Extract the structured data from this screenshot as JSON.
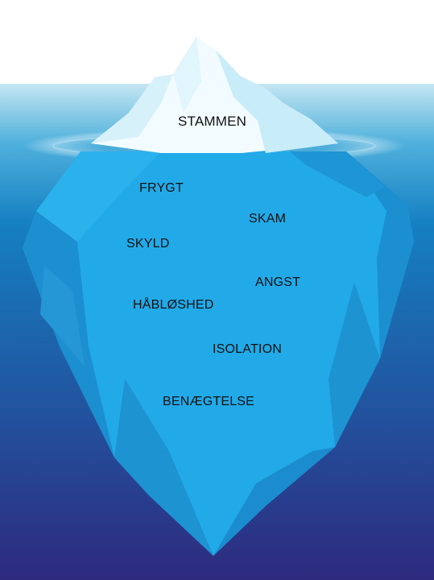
{
  "colors": {
    "sky": "#ffffff",
    "water_surface": "#c5e6f2",
    "water_mid": "#1580c2",
    "water_deep": "#2e2a7e",
    "iceberg_main": "#22aae8",
    "iceberg_shade": "#1c8fd0",
    "iceberg_light": "#4cc2f0",
    "tip_white": "#f2fbff",
    "tip_shade": "#c8ecf8",
    "text": "#111111"
  },
  "tip_label": "STAMMEN",
  "submerged_labels": [
    "FRYGT",
    "SKAM",
    "SKYLD",
    "ANGST",
    "HÅBLØSHED",
    "ISOLATION",
    "BENÆGTELSE"
  ]
}
